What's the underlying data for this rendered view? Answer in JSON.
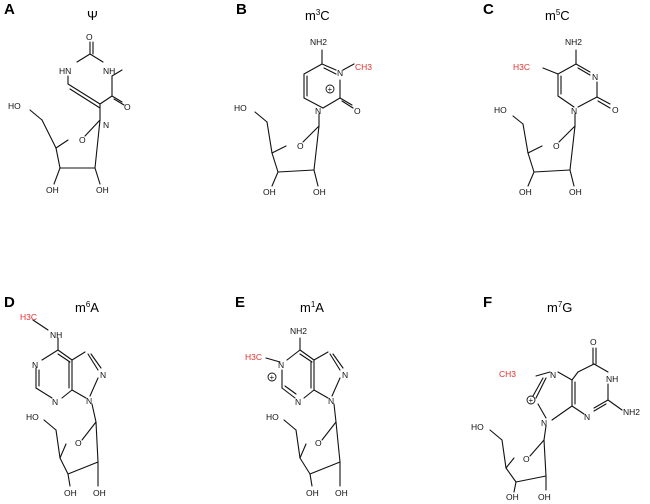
{
  "panels": [
    {
      "letter": "A",
      "title": "Ψ",
      "atoms": {
        "n1": "HN",
        "n2": "NH",
        "o1": "O",
        "o2": "O",
        "n_extra": "N",
        "ho": "HO",
        "o_ring": "O",
        "oh1": "OH",
        "oh2": "OH"
      }
    },
    {
      "letter": "B",
      "title_base": "m",
      "title_sup": "3",
      "title_tail": "C",
      "atoms": {
        "nh2": "NH2",
        "n_ring": "N",
        "methyl": "CH3",
        "n1": "N",
        "o": "O",
        "ho": "HO",
        "o_ring": "O",
        "oh1": "OH",
        "oh2": "OH",
        "charge": "+"
      }
    },
    {
      "letter": "C",
      "title_base": "m",
      "title_sup": "5",
      "title_tail": "C",
      "atoms": {
        "nh2": "NH2",
        "methyl": "H3C",
        "n3": "N",
        "n1": "N",
        "o": "O",
        "ho": "HO",
        "o_ring": "O",
        "oh1": "OH",
        "oh2": "OH"
      }
    },
    {
      "letter": "D",
      "title_base": "m",
      "title_sup": "6",
      "title_tail": "A",
      "atoms": {
        "methyl": "H3C",
        "nh": "NH",
        "n1": "N",
        "n3": "N",
        "n7": "N",
        "n9": "N",
        "ho": "HO",
        "o_ring": "O",
        "oh1": "OH",
        "oh2": "OH"
      }
    },
    {
      "letter": "E",
      "title_base": "m",
      "title_sup": "1",
      "title_tail": "A",
      "atoms": {
        "nh2": "NH2",
        "methyl": "H3C",
        "n1": "N",
        "n3": "N",
        "n7": "N",
        "n9": "N",
        "ho": "HO",
        "o_ring": "O",
        "oh1": "OH",
        "oh2": "OH",
        "charge": "+"
      }
    },
    {
      "letter": "F",
      "title_base": "m",
      "title_sup": "7",
      "title_tail": "G",
      "atoms": {
        "o": "O",
        "methyl": "CH3",
        "n7": "N",
        "nh": "NH",
        "n3": "N",
        "n9": "N",
        "nh2": "NH2",
        "ho": "HO",
        "o_ring": "O",
        "oh1": "OH",
        "oh2": "OH",
        "charge": "+"
      }
    }
  ],
  "colors": {
    "methyl": "#e03030",
    "bond": "#111111"
  }
}
